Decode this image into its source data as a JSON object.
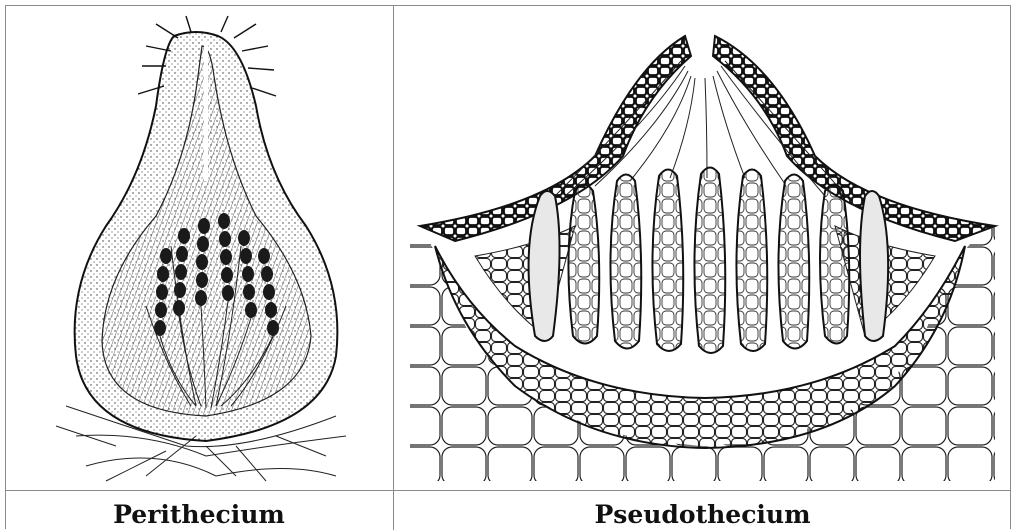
{
  "figure": {
    "panels": [
      {
        "caption": "Perithecium",
        "illustration": "perithecium-drawing"
      },
      {
        "caption": "Pseudothecium",
        "illustration": "pseudothecium-drawing"
      }
    ],
    "colors": {
      "ink": "#111111",
      "border": "#8a8a8a",
      "background": "#ffffff"
    }
  }
}
